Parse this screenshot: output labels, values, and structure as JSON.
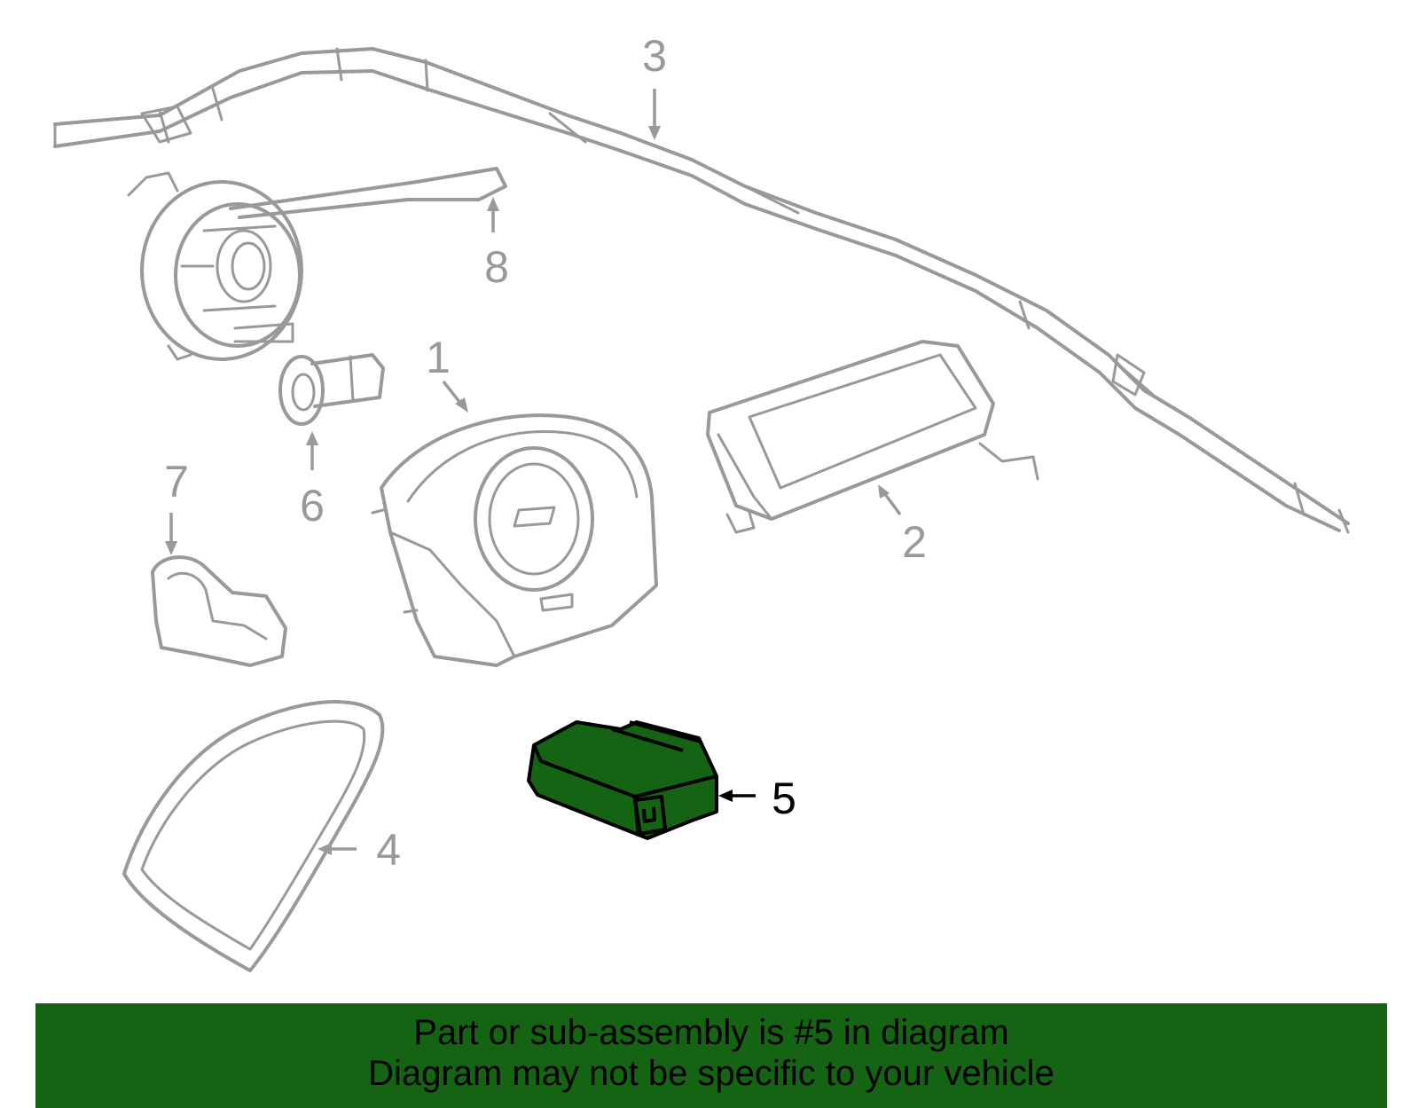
{
  "diagram": {
    "selected_part": "5",
    "parts": [
      {
        "callout": "1",
        "icon": "steering-wheel-airbag-icon",
        "highlighted": false
      },
      {
        "callout": "2",
        "icon": "passenger-airbag-icon",
        "highlighted": false
      },
      {
        "callout": "3",
        "icon": "curtain-airbag-icon",
        "highlighted": false
      },
      {
        "callout": "4",
        "icon": "side-airbag-icon",
        "highlighted": false
      },
      {
        "callout": "5",
        "icon": "airbag-control-module-icon",
        "highlighted": true
      },
      {
        "callout": "6",
        "icon": "impact-sensor-icon",
        "highlighted": false
      },
      {
        "callout": "7",
        "icon": "front-sensor-icon",
        "highlighted": false
      },
      {
        "callout": "8",
        "icon": "clockspring-icon",
        "highlighted": false
      }
    ],
    "colors": {
      "part_outline": "#999999",
      "highlight_fill": "#146414",
      "highlight_outline": "#000000",
      "banner_background": "#146414",
      "banner_text": "#000000"
    }
  },
  "banner": {
    "line1": "Part or sub-assembly is #5 in diagram",
    "line2": "Diagram may not be specific to your vehicle"
  }
}
